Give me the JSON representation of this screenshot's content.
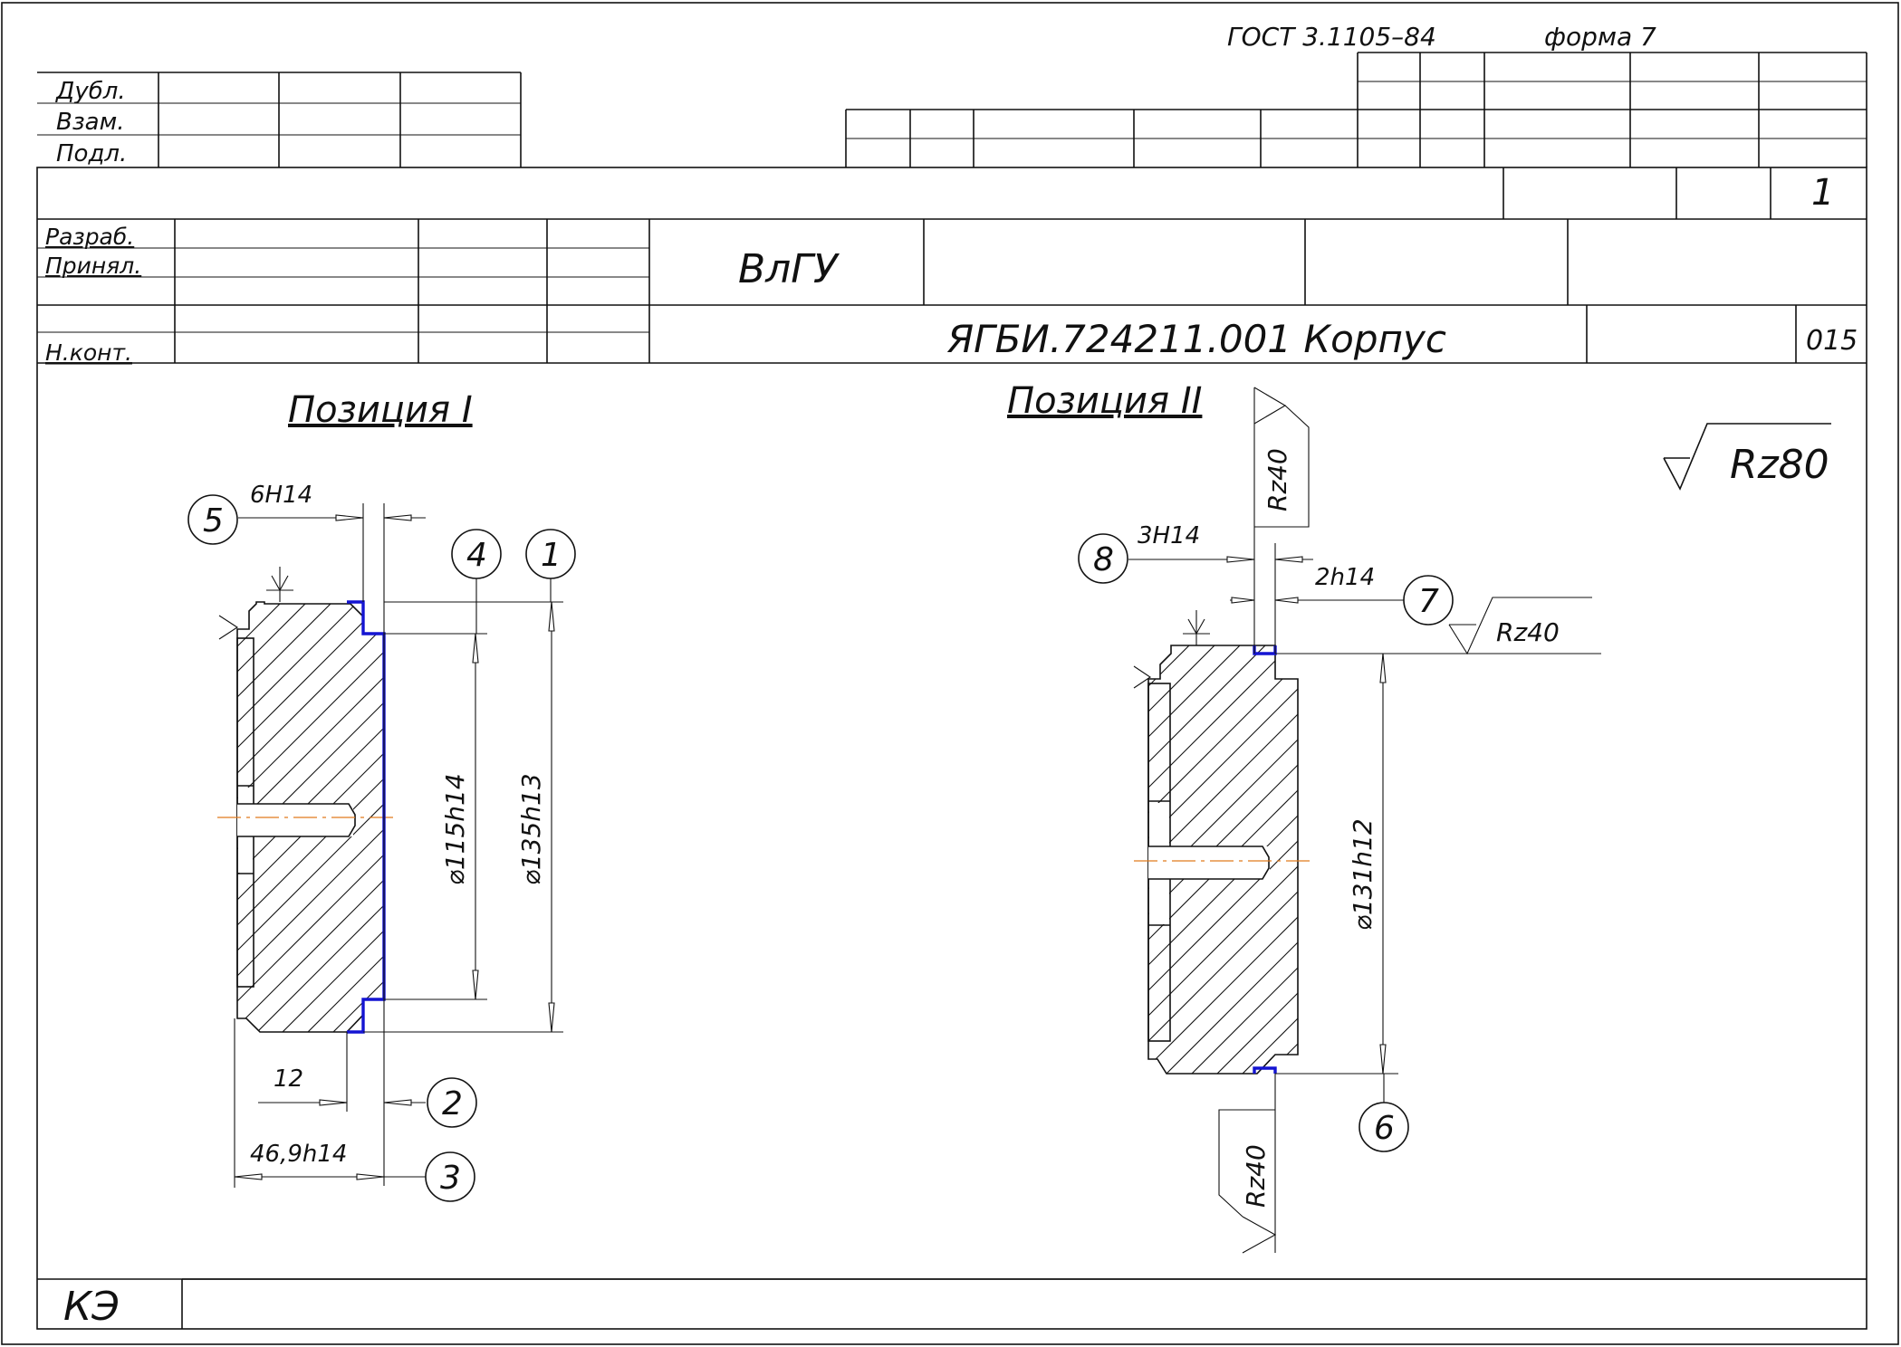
{
  "header": {
    "standard": "ГОСТ 3.1105–84",
    "form": "форма 7",
    "sheet_number": "1"
  },
  "stamp": {
    "left_top_rows": [
      "Дубл.",
      "Взам.",
      "Подл."
    ],
    "signature_rows": [
      "Разраб.",
      "Принял.",
      "Н.конт."
    ],
    "organization": "ВлГУ",
    "designation": "ЯГБИ.724211.001 Корпус",
    "operation_number": "015"
  },
  "footer": {
    "doc_code": "КЭ"
  },
  "drawing": {
    "colors": {
      "machined_surface": "#1414d2",
      "center_axis": "#e07a1c",
      "line": "#111111"
    },
    "general_roughness": "Rz80",
    "position_1": {
      "title": "Позиция I",
      "dimensions": {
        "d1": "6Н14",
        "d2": "⌀115h14",
        "d3": "⌀135h13",
        "d4": "12",
        "d5": "46,9h14"
      },
      "callouts": [
        "5",
        "4",
        "1",
        "2",
        "3"
      ]
    },
    "position_2": {
      "title": "Позиция II",
      "dimensions": {
        "d1": "3Н14",
        "d2": "2h14",
        "d3": "⌀131h12"
      },
      "roughness": [
        "Rz40",
        "Rz40",
        "Rz40"
      ],
      "callouts": [
        "8",
        "7",
        "6"
      ]
    }
  }
}
